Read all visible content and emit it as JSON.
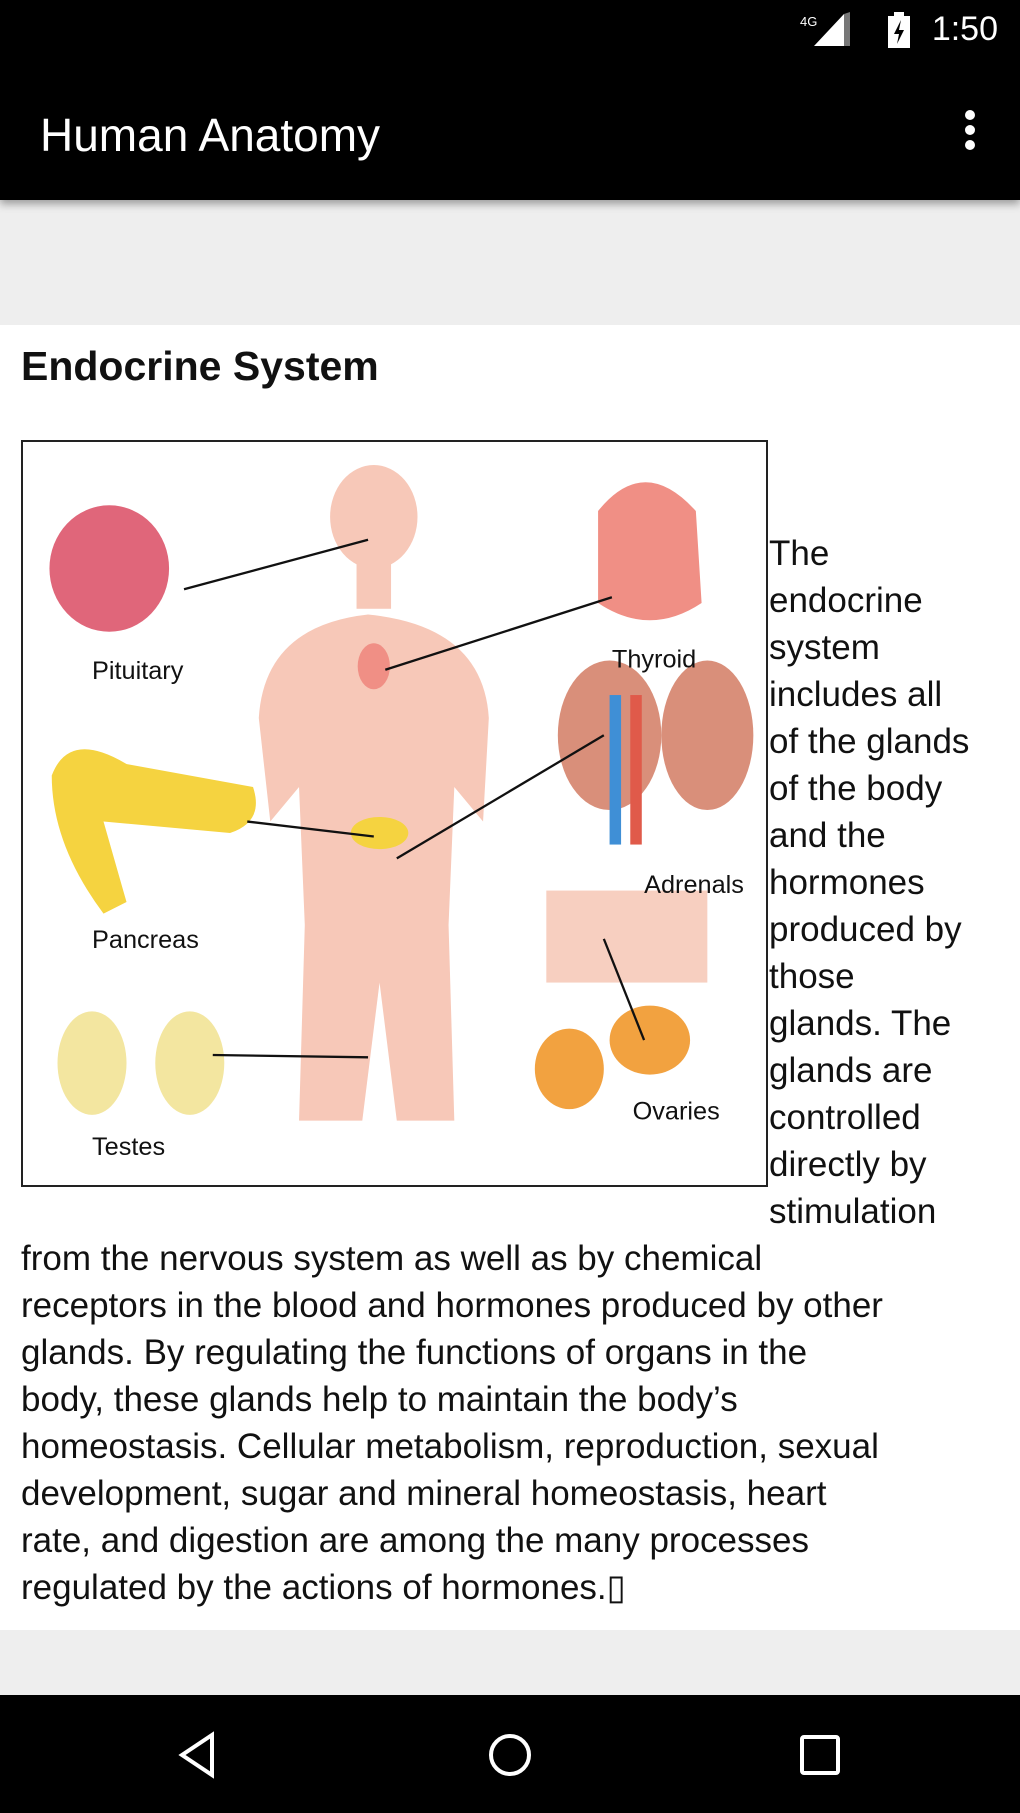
{
  "status_bar": {
    "network": "4G",
    "time": "1:50"
  },
  "app_bar": {
    "title": "Human Anatomy",
    "menu_icon": "more-vert-icon"
  },
  "article": {
    "heading": "Endocrine System",
    "figure_labels": {
      "pituitary": "Pituitary",
      "thyroid": "Thyroid",
      "pancreas": "Pancreas",
      "adrenals": "Adrenals",
      "testes": "Testes",
      "ovaries": "Ovaries"
    },
    "side_lines": [
      "The",
      "endocrine",
      "system",
      "includes all",
      "of the glands",
      "of the body",
      "and the",
      "hormones",
      "produced by",
      "those",
      "glands. The",
      "glands are",
      "controlled",
      "directly by",
      "stimulation"
    ],
    "full_lines": [
      "from the nervous system as well as by chemical",
      "receptors in the blood and hormones produced by other",
      "glands. By regulating the functions of organs in the",
      "body, these glands help to maintain the body’s",
      "homeostasis. Cellular metabolism, reproduction, sexual",
      "development, sugar and mineral homeostasis, heart",
      "rate, and digestion are among the many processes",
      "regulated by the actions of hormones.▯"
    ]
  },
  "nav_bar": {
    "back": "back-icon",
    "home": "home-icon",
    "recents": "recents-icon"
  }
}
